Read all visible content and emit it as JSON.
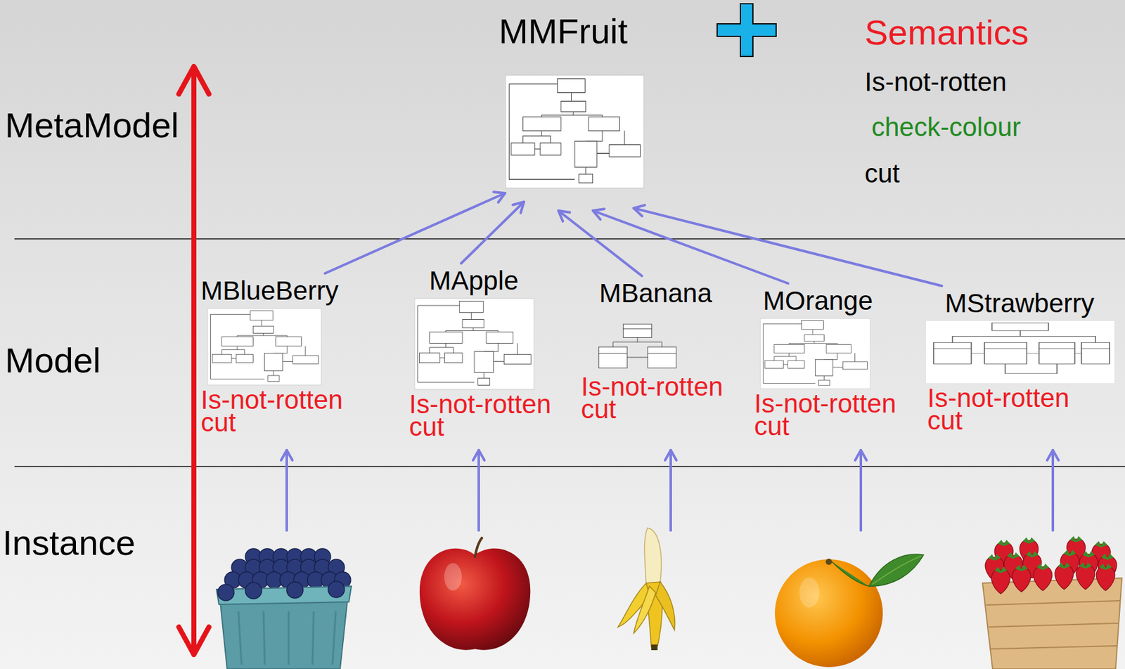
{
  "diagram": {
    "nodes": [
      {
        "text": [
          "MMFruit"
        ]
      },
      {
        "text": [
          "MBlueBerry",
          "Is-not-rotten",
          "cut"
        ]
      },
      {
        "text": [
          "MApple",
          "Is-not-rotten",
          "cut"
        ]
      },
      {
        "text": [
          "MBanana",
          "Is-not-rotten",
          "cut"
        ]
      },
      {
        "text": [
          "MOrange",
          "Is-not-rotten",
          "cut"
        ]
      },
      {
        "text": [
          "MStrawberry",
          "Is-not-rotten",
          "cut"
        ]
      }
    ],
    "edges": [
      {
        "from": 1,
        "to": 0,
        "arrow": "to"
      },
      {
        "from": 2,
        "to": 0,
        "arrow": "to"
      },
      {
        "from": 3,
        "to": 0,
        "arrow": "to"
      },
      {
        "from": 4,
        "to": 0,
        "arrow": "to"
      },
      {
        "from": 5,
        "to": 0,
        "arrow": "to"
      }
    ],
    "labels": [
      "MetaModel",
      "Model",
      "Instance",
      "Semantics",
      "Is-not-rotten",
      "check-colour",
      "cut"
    ]
  }
}
